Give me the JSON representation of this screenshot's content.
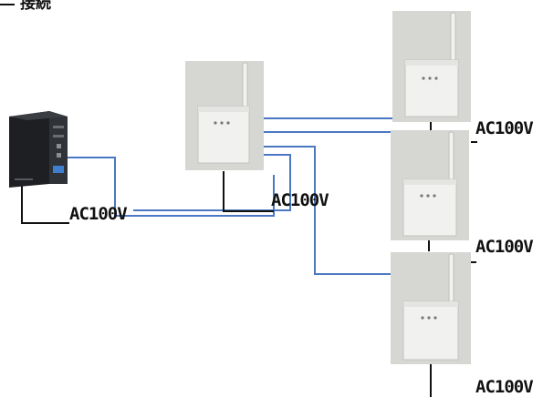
{
  "title": "接続",
  "power_label": "AC100V",
  "colors": {
    "cable": "#4a78c2",
    "power_line": "#111111"
  },
  "devices": [
    {
      "id": "pc",
      "icon": "desktop-pc-icon"
    },
    {
      "id": "parent-unit",
      "icon": "wireless-router-icon"
    },
    {
      "id": "child-unit-1",
      "icon": "wireless-router-icon"
    },
    {
      "id": "child-unit-2",
      "icon": "wireless-router-icon"
    },
    {
      "id": "child-unit-3",
      "icon": "wireless-router-icon"
    }
  ],
  "labels": {
    "pc_power": "AC100V",
    "parent_power": "AC100V",
    "child1_power": "AC100V",
    "child2_power": "AC100V",
    "child3_power": "AC100V"
  }
}
